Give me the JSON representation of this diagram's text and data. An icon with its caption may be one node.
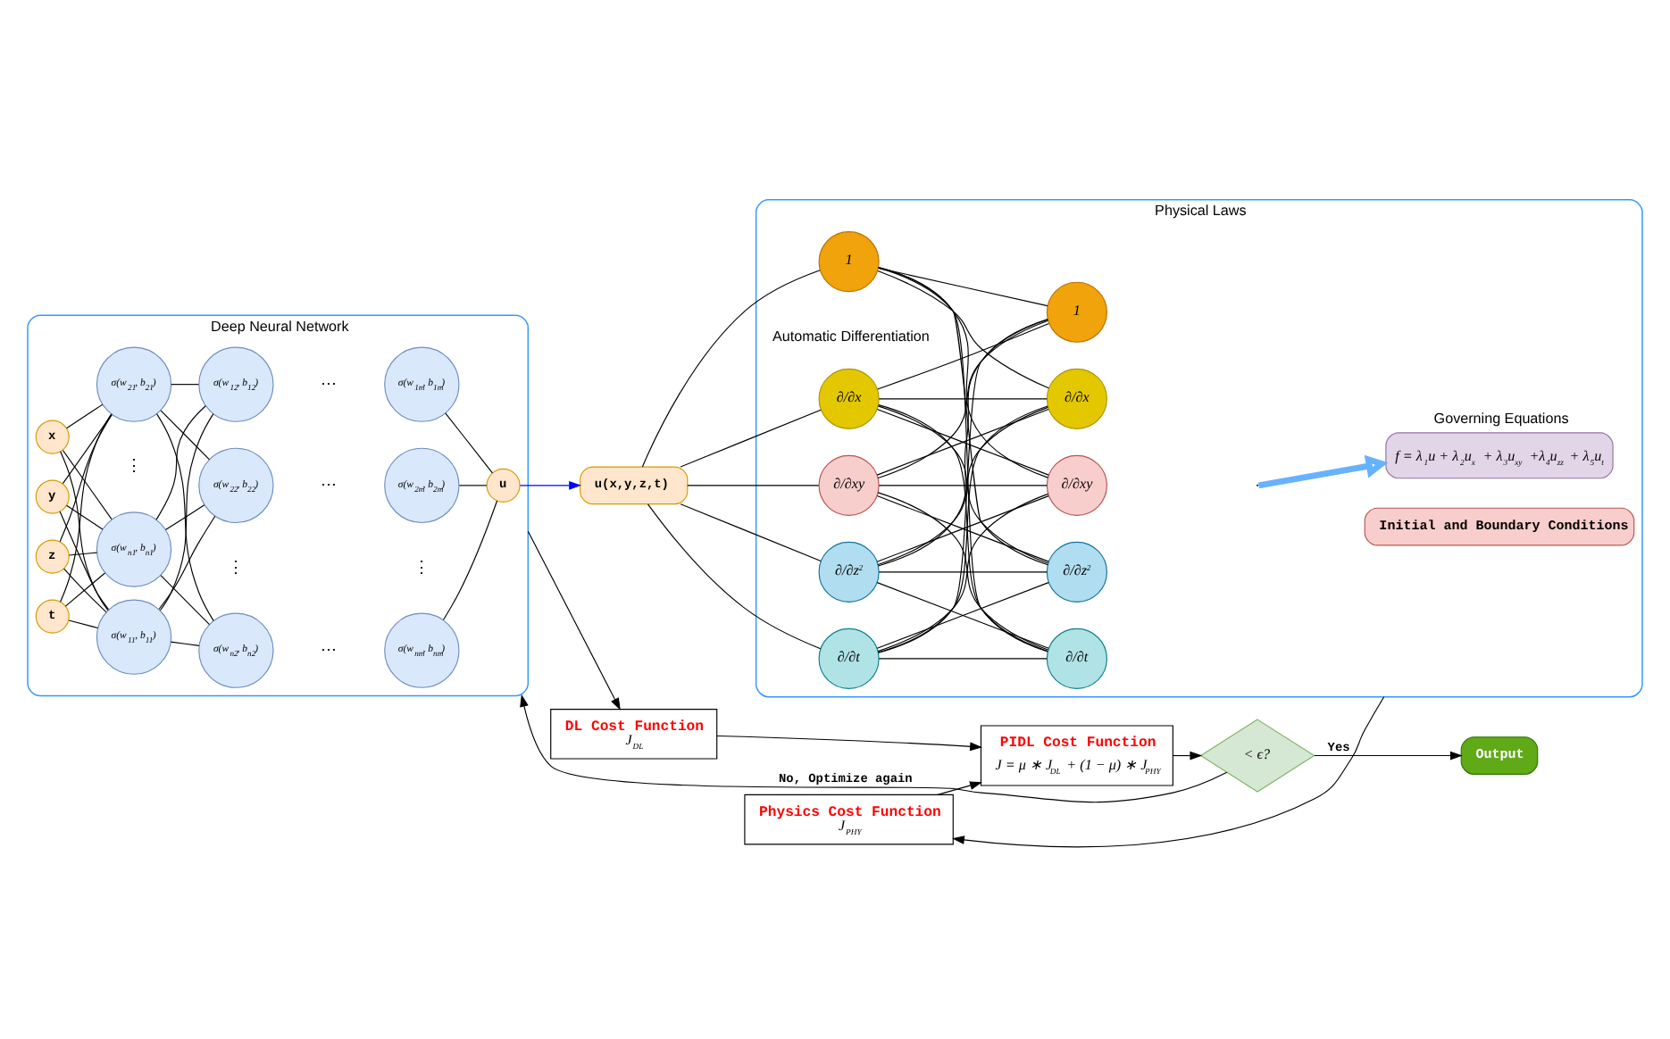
{
  "diagram": {
    "nodes": [
      {
        "text": [
          "Deep Neural Network"
        ]
      },
      {
        "text": [
          "x"
        ],
        "in": 0
      },
      {
        "text": [
          "y"
        ],
        "in": 0
      },
      {
        "text": [
          "z"
        ],
        "in": 0
      },
      {
        "text": [
          "t"
        ],
        "in": 0
      },
      {
        "text": [
          "σ(w$_{11}$, b$_{11}$)"
        ],
        "in": 0
      },
      {
        "text": [
          "σ(w$_{12}$, b$_{12}$)"
        ],
        "in": 0
      },
      {
        "text": [
          "σ(w$_{1m}$, b$_{1m}$)"
        ],
        "in": 0
      },
      {
        "text": [
          "σ(w$_{21}$, b$_{21}$)"
        ],
        "in": 0
      },
      {
        "text": [
          "σ(w$_{22}$, b$_{22}$)"
        ],
        "in": 0
      },
      {
        "text": [
          "σ(w$_{2m}$, b$_{2m}$)"
        ],
        "in": 0
      },
      {
        "text": [
          "σ(w$_{n1}$, b$_{n1}$)"
        ],
        "in": 0
      },
      {
        "text": [
          "σ(w$_{n2}$, b$_{n2}$)"
        ],
        "in": 0
      },
      {
        "text": [
          "σ(w$_{nm}$, b$_{nm}$)"
        ],
        "in": 0
      },
      {
        "text": [
          "u"
        ],
        "in": 0
      },
      {
        "text": [
          "u(x,y,z,t)"
        ]
      },
      {
        "text": [
          "Physical Laws"
        ]
      },
      {
        "text": [
          "1"
        ],
        "in": 16
      },
      {
        "text": [
          "1"
        ],
        "in": 16
      },
      {
        "text": [
          "∂/∂x"
        ],
        "in": 16
      },
      {
        "text": [
          "∂/∂x"
        ],
        "in": 16
      },
      {
        "text": [
          "∂/∂xy"
        ],
        "in": 16
      },
      {
        "text": [
          "∂/∂xy"
        ],
        "in": 16
      },
      {
        "text": [
          "∂/∂z$^{2}$"
        ],
        "in": 16
      },
      {
        "text": [
          "∂/∂z$^{2}$"
        ],
        "in": 16
      },
      {
        "text": [
          "∂/∂t"
        ],
        "in": 16
      },
      {
        "text": [
          "∂/∂t"
        ],
        "in": 16
      },
      {
        "text": [
          "Governing Equations",
          "f = λ$_{1}$u + λ$_{2}$u$_{x}$ + λ$_{3}$u$_{xy}$ +λ$_{4}$u$_{zz}$ + λ$_{5}$u$_{t}$"
        ],
        "in": 16
      },
      {
        "text": [
          "Initial and Boundary Conditions"
        ],
        "in": 16
      },
      {
        "text": [
          "DL Cost Function",
          "J$_{DL}$"
        ]
      },
      {
        "text": [
          "Physics Cost Function",
          "J$_{PHY}$"
        ]
      },
      {
        "text": [
          "PIDL Cost Function",
          "J = μ ∗ J$_{DL}$ + (1 − μ) ∗ J$_{PHY}$"
        ]
      },
      {
        "text": [
          "< ϵ?"
        ]
      },
      {
        "text": [
          "Output"
        ]
      }
    ],
    "edges": [
      {
        "from": 1,
        "to": 5,
        "arrow": "none"
      },
      {
        "from": 1,
        "to": 8,
        "arrow": "none"
      },
      {
        "from": 1,
        "to": 11,
        "arrow": "none"
      },
      {
        "from": 2,
        "to": 5,
        "arrow": "none"
      },
      {
        "from": 2,
        "to": 8,
        "arrow": "none"
      },
      {
        "from": 2,
        "to": 11,
        "arrow": "none"
      },
      {
        "from": 3,
        "to": 5,
        "arrow": "none"
      },
      {
        "from": 3,
        "to": 8,
        "arrow": "none"
      },
      {
        "from": 3,
        "to": 11,
        "arrow": "none"
      },
      {
        "from": 4,
        "to": 5,
        "arrow": "none"
      },
      {
        "from": 4,
        "to": 8,
        "arrow": "none"
      },
      {
        "from": 4,
        "to": 11,
        "arrow": "none"
      },
      {
        "from": 5,
        "to": 6,
        "arrow": "none"
      },
      {
        "from": 5,
        "to": 9,
        "arrow": "none"
      },
      {
        "from": 5,
        "to": 12,
        "arrow": "none"
      },
      {
        "from": 8,
        "to": 6,
        "arrow": "none"
      },
      {
        "from": 8,
        "to": 9,
        "arrow": "none"
      },
      {
        "from": 8,
        "to": 12,
        "arrow": "none"
      },
      {
        "from": 11,
        "to": 6,
        "arrow": "none"
      },
      {
        "from": 11,
        "to": 9,
        "arrow": "none"
      },
      {
        "from": 11,
        "to": 12,
        "arrow": "none"
      },
      {
        "from": 7,
        "to": 14,
        "arrow": "none"
      },
      {
        "from": 10,
        "to": 14,
        "arrow": "none"
      },
      {
        "from": 13,
        "to": 14,
        "arrow": "none"
      },
      {
        "from": 14,
        "to": 15,
        "arrow": "to",
        "color": "#0000ff"
      },
      {
        "from": 15,
        "to": 17,
        "arrow": "none"
      },
      {
        "from": 15,
        "to": 19,
        "arrow": "none"
      },
      {
        "from": 15,
        "to": 21,
        "arrow": "none"
      },
      {
        "from": 15,
        "to": 23,
        "arrow": "none"
      },
      {
        "from": 15,
        "to": 25,
        "arrow": "none"
      },
      {
        "from": 17,
        "to": 18,
        "arrow": "none"
      },
      {
        "from": 17,
        "to": 20,
        "arrow": "none"
      },
      {
        "from": 17,
        "to": 22,
        "arrow": "none"
      },
      {
        "from": 17,
        "to": 24,
        "arrow": "none"
      },
      {
        "from": 17,
        "to": 26,
        "arrow": "none"
      },
      {
        "from": 19,
        "to": 18,
        "arrow": "none"
      },
      {
        "from": 19,
        "to": 20,
        "arrow": "none"
      },
      {
        "from": 19,
        "to": 22,
        "arrow": "none"
      },
      {
        "from": 19,
        "to": 24,
        "arrow": "none"
      },
      {
        "from": 19,
        "to": 26,
        "arrow": "none"
      },
      {
        "from": 21,
        "to": 18,
        "arrow": "none"
      },
      {
        "from": 21,
        "to": 20,
        "arrow": "none"
      },
      {
        "from": 21,
        "to": 22,
        "arrow": "none"
      },
      {
        "from": 21,
        "to": 24,
        "arrow": "none"
      },
      {
        "from": 21,
        "to": 26,
        "arrow": "none"
      },
      {
        "from": 23,
        "to": 18,
        "arrow": "none"
      },
      {
        "from": 23,
        "to": 20,
        "arrow": "none"
      },
      {
        "from": 23,
        "to": 22,
        "arrow": "none"
      },
      {
        "from": 23,
        "to": 24,
        "arrow": "none"
      },
      {
        "from": 23,
        "to": 26,
        "arrow": "none"
      },
      {
        "from": 25,
        "to": 18,
        "arrow": "none"
      },
      {
        "from": 25,
        "to": 20,
        "arrow": "none"
      },
      {
        "from": 25,
        "to": 22,
        "arrow": "none"
      },
      {
        "from": 25,
        "to": 24,
        "arrow": "none"
      },
      {
        "from": 25,
        "to": 26,
        "arrow": "none"
      },
      {
        "from": null,
        "to": 27,
        "arrow": "to",
        "style": "thick",
        "color": "#66b2ff"
      },
      {
        "from": 0,
        "to": 29,
        "arrow": "to"
      },
      {
        "from": 16,
        "to": 30,
        "arrow": "to"
      },
      {
        "from": 29,
        "to": 31,
        "arrow": "to"
      },
      {
        "from": 30,
        "to": 31,
        "arrow": "to"
      },
      {
        "from": 31,
        "to": 32,
        "arrow": "to"
      },
      {
        "from": 32,
        "to": 33,
        "arrow": "to",
        "label": "Yes"
      },
      {
        "from": 32,
        "to": 0,
        "arrow": "to",
        "label": "No, Optimize again"
      }
    ],
    "labels": [
      "Automatic Differentiation",
      "⋯",
      "⋯",
      "⋮",
      "⋮",
      "⋮",
      "⋯"
    ]
  }
}
